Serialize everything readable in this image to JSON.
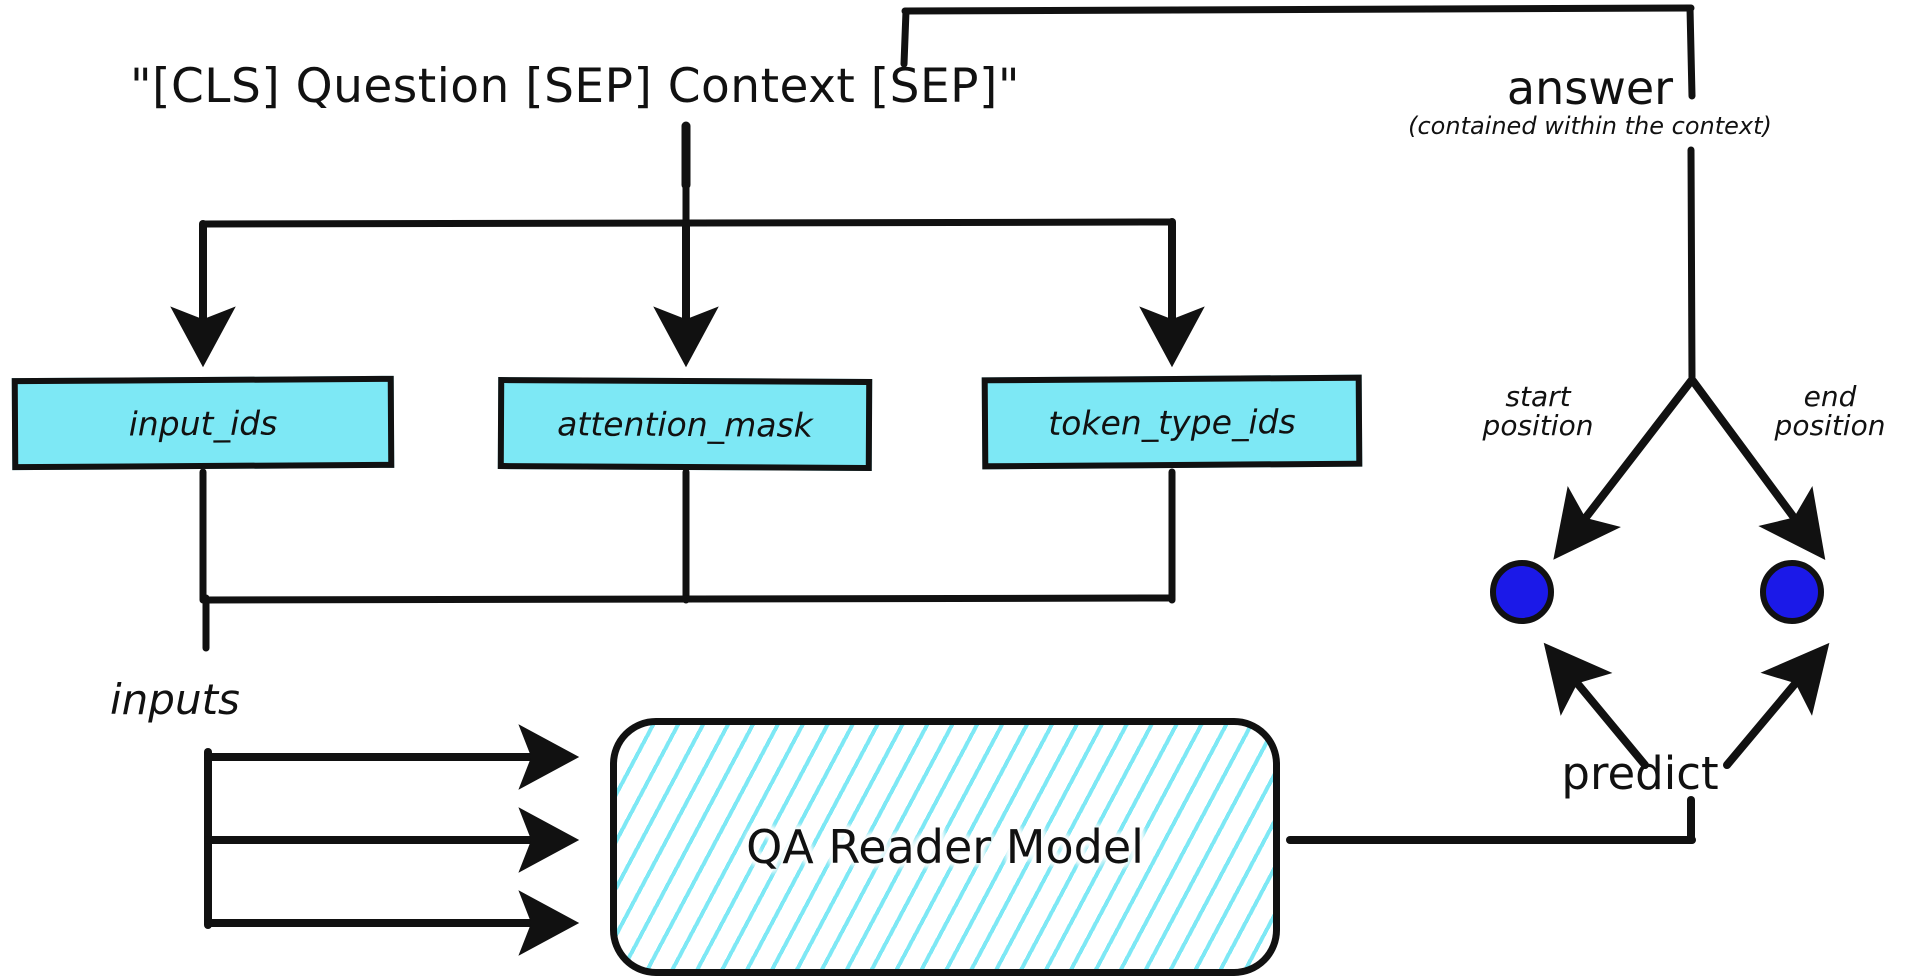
{
  "diagram": {
    "title": "QA Reader Model input/output flow",
    "prompt": {
      "text": "\"[CLS] Question [SEP] Context [SEP]\""
    },
    "answer": {
      "label": "answer",
      "note": "(contained within the context)"
    },
    "tensors": [
      {
        "id": "input_ids",
        "label": "input_ids"
      },
      {
        "id": "attention_mask",
        "label": "attention_mask"
      },
      {
        "id": "token_type_ids",
        "label": "token_type_ids"
      }
    ],
    "inputs_label": "inputs",
    "model": {
      "label": "QA Reader Model"
    },
    "predictions": {
      "predict_label": "predict",
      "start_label": "start\nposition",
      "start_label_line1": "start",
      "start_label_line2": "position",
      "end_label_line1": "end",
      "end_label_line2": "position"
    },
    "colors": {
      "tensor_fill": "#7DE8F5",
      "hatch": "#7DE8F5",
      "stroke": "#111111",
      "dot_fill": "#1B19E8",
      "background": "#FFFFFF"
    }
  }
}
